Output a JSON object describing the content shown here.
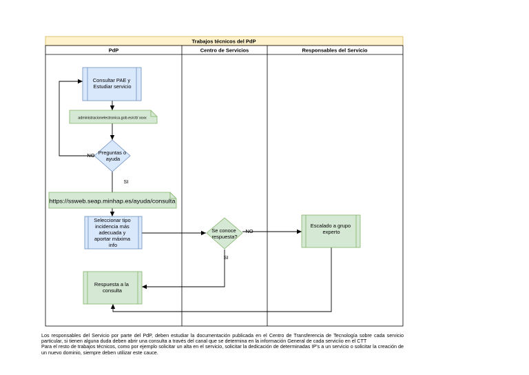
{
  "pool": {
    "title": "Trabajos técnicos del PdP",
    "lanes": [
      "PdP",
      "Centro de Servicios",
      "Responsables del Servicio"
    ]
  },
  "nodes": {
    "consultar": [
      "Consultar PAE y",
      "Estudiar servicio"
    ],
    "doc1": "administracionelectronica.gob.es/ctt/ xxxx",
    "preguntas": [
      "Preguntas o",
      "ayuda"
    ],
    "doc2": "https://ssweb.seap.minhap.es/ayuda/consulta",
    "seleccionar": [
      "Seleccionar tipo",
      "incidencia más",
      "adecuada y",
      "aportar máxima",
      "info"
    ],
    "conoce": [
      "Se conoce",
      "respuesta?"
    ],
    "escalado": [
      "Escalado a grupo",
      "experto"
    ],
    "respuesta": [
      "Respuesta a la",
      "consulta"
    ]
  },
  "edge_labels": {
    "preguntas_no": "NO",
    "preguntas_si": "SI",
    "conoce_no": "NO",
    "conoce_si": "SI"
  },
  "footer": {
    "p1": "Los responsables del Servicio por parte del PdP, deben estudiar la documentación publicada en el Centro de Transferencia de Tecnología sobre cada servicio particular, si tienen  alguna duda deben abrir una consulta a través del canal que se determina en la información General de cada servicíio en el CTT",
    "p2": "Para el resto de trabajos técnicos, como por ejemplo solicitar un alta en el servicio, solicitar la dedicación de determinadas IP's a un servicio o solicitar la creación de un nuevo dominio, siempre deben utilizar este cauce."
  },
  "colors": {
    "pool_header": "#fff2cc",
    "pool_header_border": "#d6b656",
    "blue_fill": "#dae8fc",
    "blue_stroke": "#6c8ebf",
    "green_fill": "#d5e8d4",
    "green_stroke": "#82b366"
  }
}
